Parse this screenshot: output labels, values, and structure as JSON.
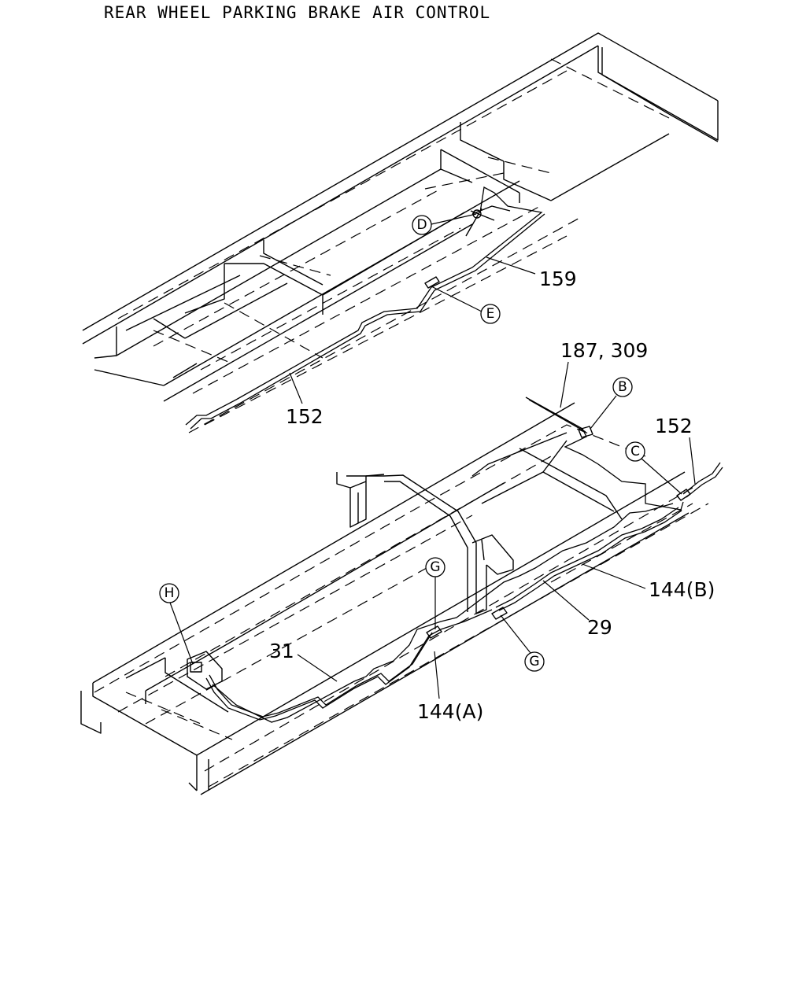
{
  "title": "REAR WHEEL PARKING BRAKE AIR CONTROL",
  "parts": {
    "p159": "159",
    "p152_upper": "152",
    "p187_309": "187, 309",
    "p152_lower": "152",
    "p144b": "144(B)",
    "p29": "29",
    "p31": "31",
    "p144a": "144(A)"
  },
  "callouts": {
    "d": "D",
    "e": "E",
    "b": "B",
    "c": "C",
    "g_left": "G",
    "g_right": "G",
    "h": "H"
  }
}
